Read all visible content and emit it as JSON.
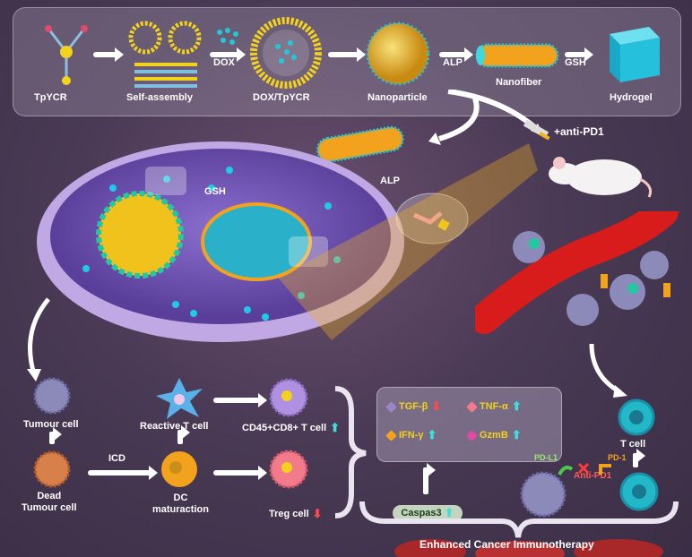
{
  "top_panel": {
    "tpycr": "TpYCR",
    "self_assembly": "Self-assembly",
    "dox_arrow": "DOX",
    "dox_tpycr": "DOX/TpYCR",
    "nanoparticle": "Nanoparticle",
    "alp_arrow": "ALP",
    "nanofiber": "Nanofiber",
    "gsh_arrow": "GSH",
    "hydrogel": "Hydrogel"
  },
  "middle": {
    "anti_pd1_inject": "+anti-PD1",
    "gsh_cell": "GSH",
    "alp_cell": "ALP"
  },
  "immune": {
    "tumour_cell": "Tumour cell",
    "dead_tumour_cell": "Dead\nTumour cell",
    "icd": "ICD",
    "dc_maturation": "DC\nmaturaction",
    "reactive_t_cell": "Reactive T cell",
    "cd45_cd8": "CD45+CD8+ T cell",
    "treg": "Treg cell",
    "t_cell": "T cell",
    "pd_l1": "PD-L1",
    "anti_pd1": "Anti-PD1",
    "pd_1": "PD-1"
  },
  "cytokines": {
    "tgf_b": "TGF-β",
    "tnf_a": "TNF-α",
    "ifn_g": "IFN-γ",
    "gzmb": "GzmB",
    "caspase": "Caspas3"
  },
  "footer": "Enhanced Cancer Immunotherapy",
  "colors": {
    "teal": "#22c8d8",
    "gold": "#f2b21c",
    "red": "#d81c1c",
    "purple": "#9a86c8"
  }
}
